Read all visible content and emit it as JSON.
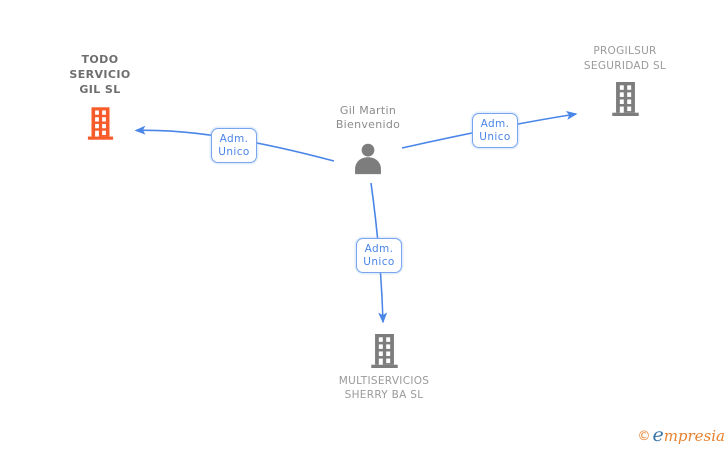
{
  "colors": {
    "edge_blue": "#4a86e8",
    "edge_label_border": "#7aa5ee",
    "building_orange": "#f75b29",
    "building_gray": "#7d7d7d",
    "person_gray": "#7d7d7d",
    "company_label_dark": "#6e6e6e",
    "company_label_light": "#9a9a9a",
    "brand_orange": "#e8812e",
    "brand_blue": "#3a75a8"
  },
  "person": {
    "name": "Gil Martin\nBienvenido"
  },
  "companies": [
    {
      "name": "TODO\nSERVICIO\nGIL SL",
      "highlighted": true
    },
    {
      "name": "PROGILSUR\nSEGURIDAD SL",
      "highlighted": false
    },
    {
      "name": "MULTISERVICIOS\nSHERRY BA SL",
      "highlighted": false
    }
  ],
  "relationships": [
    {
      "from": "Gil Martin Bienvenido",
      "to": "TODO SERVICIO GIL SL",
      "label": "Adm. Unico"
    },
    {
      "from": "Gil Martin Bienvenido",
      "to": "PROGILSUR SEGURIDAD SL",
      "label": "Adm. Unico"
    },
    {
      "from": "Gil Martin Bienvenido",
      "to": "MULTISERVICIOS SHERRY BA SL",
      "label": "Adm. Unico"
    }
  ],
  "footer": {
    "copyright_symbol": "©",
    "brand_initial": "e",
    "brand_rest": "mpresia"
  }
}
